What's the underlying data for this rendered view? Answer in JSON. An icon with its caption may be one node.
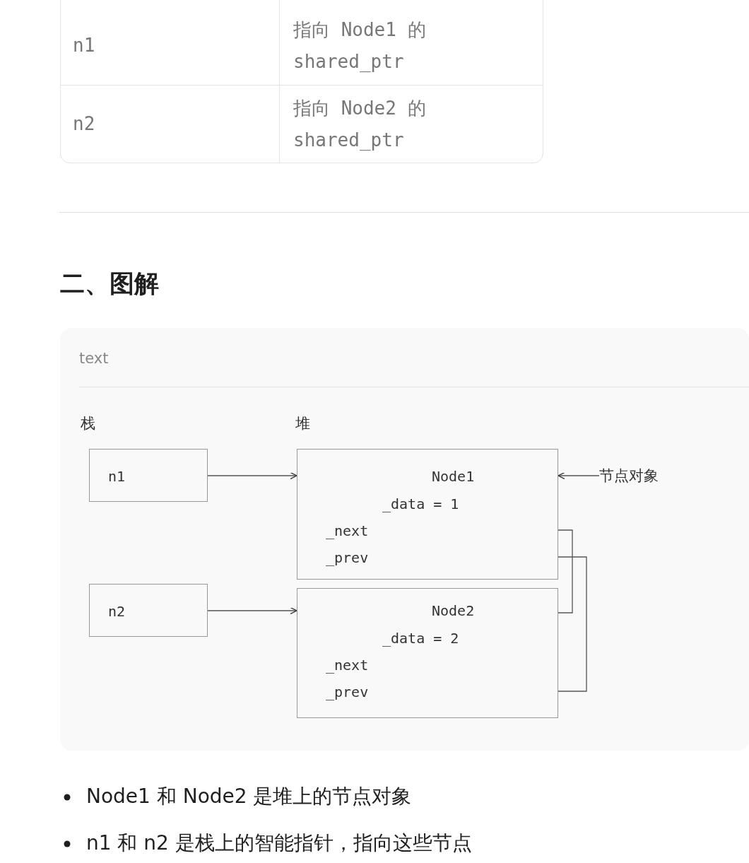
{
  "diagram": {
    "title": "二、图解",
    "nodes": [
      {
        "text": [
          "n1"
        ]
      },
      {
        "text": [
          "Node1",
          "_data = 1",
          "_next",
          "_prev"
        ]
      },
      {
        "text": [
          "节点对象"
        ]
      },
      {
        "text": [
          "n2"
        ]
      },
      {
        "text": [
          "Node2",
          "_data = 2",
          "_next",
          "_prev"
        ]
      }
    ],
    "edges": [
      {
        "from": 0,
        "to": 1,
        "arrow": "to"
      },
      {
        "from": 2,
        "to": 1,
        "arrow": "to"
      },
      {
        "from": 1,
        "to": 4,
        "arrow": "none"
      },
      {
        "from": 3,
        "to": 4,
        "arrow": "to"
      },
      {
        "from": 4,
        "to": 1,
        "arrow": "none"
      }
    ],
    "labels": [
      "n1",
      "指向 Node1 的 shared_ptr",
      "n2",
      "指向 Node2 的 shared_ptr",
      "text",
      "栈",
      "堆",
      "Node1 和 Node2 是堆上的节点对象",
      "n1 和 n2 是栈上的智能指针，指向这些节点"
    ]
  }
}
